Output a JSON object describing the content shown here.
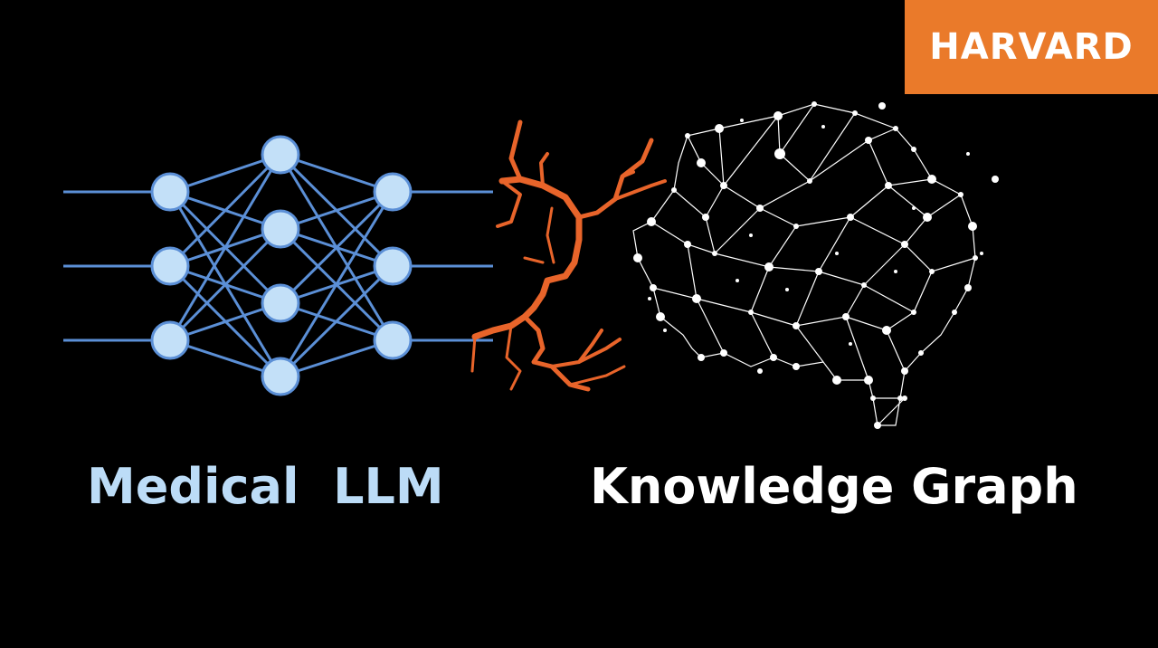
{
  "badge": {
    "text": "HARVARD",
    "color": "#ea7a2a"
  },
  "labels": {
    "left": "Medical  LLM",
    "right": "Knowledge Graph"
  },
  "colors": {
    "background": "#000000",
    "nn_node_fill": "#c3e0f8",
    "nn_node_stroke": "#5b8fd6",
    "nn_edge": "#5b8fd6",
    "crack": "#e8642a",
    "brain": "#ffffff"
  },
  "diagram": {
    "left": "neural-network",
    "middle": "crack",
    "right": "brain-knowledge-graph",
    "nn_layers": [
      3,
      4,
      3
    ]
  }
}
